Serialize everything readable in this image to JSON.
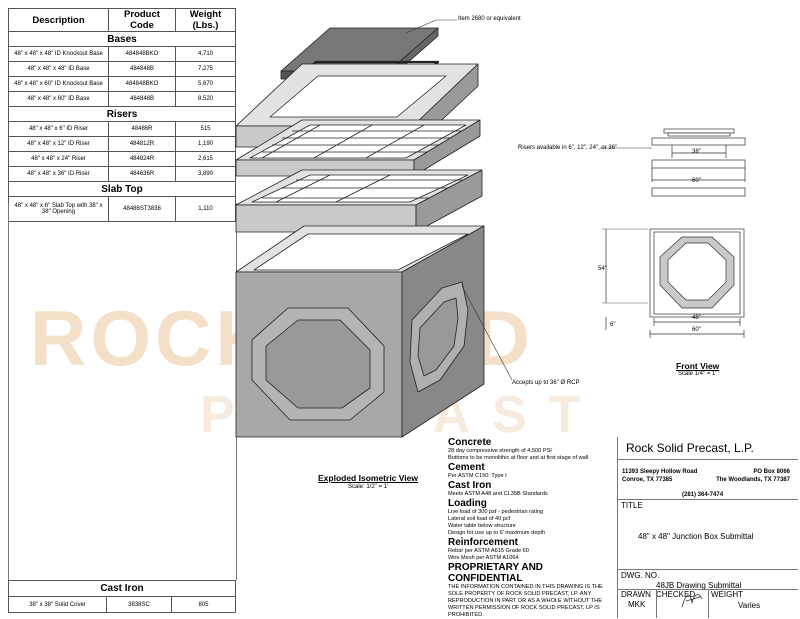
{
  "table": {
    "headers": [
      "Description",
      "Product Code",
      "Weight (Lbs.)"
    ],
    "sections": [
      {
        "title": "Bases",
        "rows": [
          [
            "48\" x 48\" x 48\" ID Knockout Base",
            "484848BKO",
            "4,710"
          ],
          [
            "48\" x 48\" x 48\" ID Base",
            "484848B",
            "7,275"
          ],
          [
            "48\" x 48\" x 60\" ID Knockout Base",
            "484848BKO",
            "5,670"
          ],
          [
            "48\" x 48\" x 60\" ID Base",
            "484848B",
            "8,520"
          ]
        ]
      },
      {
        "title": "Risers",
        "rows": [
          [
            "48\" x 48\" x 6\" ID Riser",
            "48486R",
            "515"
          ],
          [
            "48\" x 48\" x 12\" ID Riser",
            "484812R",
            "1,190"
          ],
          [
            "48\" x 48\" x 24\" Riser",
            "484824R",
            "2,615"
          ],
          [
            "48\" x 48\" x 36\" ID Riser",
            "484636R",
            "3,890"
          ]
        ]
      },
      {
        "title": "Slab Top",
        "rows": [
          [
            "48\" x 48\" x 6\" Slab Top with 38\" x 38\" Opening",
            "48486ST3838",
            "1,110"
          ]
        ]
      }
    ],
    "cast_iron": {
      "title": "Cast Iron",
      "row": [
        "38\" x 38\" Solid Cover",
        "3838SC",
        "805"
      ]
    }
  },
  "annotations": {
    "item": "Item 2680 or equivalent",
    "risers": "Risers available in 6\", 12\", 24\", or 36\"",
    "rcp": "Accepts up to 36\" Ø RCP"
  },
  "dims": {
    "d38": "38\"",
    "d60": "60\"",
    "d54": "54\"",
    "d6": "6\"",
    "d48": "48\"",
    "d60b": "60\""
  },
  "views": {
    "exploded_title": "Exploded Isometric View",
    "exploded_scale": "Scale: 1/2\" = 1'",
    "front_title": "Front View",
    "front_scale": "Scale 1/4\" = 1'"
  },
  "watermark": {
    "top": "ROCKSOLID",
    "bottom": "PRECAST",
    "color": "#f4e0c8"
  },
  "specs": [
    {
      "h": "Concrete",
      "lines": [
        "28 day compressive strength of 4,500 PSI",
        "Bottoms to be monolithic at floor and at first stage of wall"
      ]
    },
    {
      "h": "Cement",
      "lines": [
        "Per ASTM C150: Type I"
      ]
    },
    {
      "h": "Cast Iron",
      "lines": [
        "Meets ASTM A48 and CL35B Standards"
      ]
    },
    {
      "h": "Loading",
      "lines": [
        "Live load of 300 psf - pedestrian rating",
        "Lateral soil load of 40 pcf",
        "Water table below structure",
        "Design for use up to 6' maximum depth"
      ]
    },
    {
      "h": "Reinforcement",
      "lines": [
        "Rebar per ASTM A615 Grade 60",
        "Wire Mesh per ASTM A1064"
      ]
    },
    {
      "h": "PROPRIETARY AND CONFIDENTIAL",
      "lines": [
        "THE INFORMATION CONTAINED IN THIS DRAWING IS THE",
        "SOLE PROPERTY OF ROCK SOLID PRECAST, LP.  ANY",
        "REPRODUCTION IN PART OR AS A WHOLE WITHOUT THE",
        "WRITTEN PERMISSION OF ROCK SOLID PRECAST, LP IS",
        "PROHIBITED."
      ]
    }
  ],
  "titleblock": {
    "company": "Rock Solid Precast, L.P.",
    "addr1": "11393 Sleepy Hollow Road",
    "addr2": "Conroe, TX 77385",
    "po1": "PO Box 8066",
    "po2": "The Woodlands, TX 77387",
    "phone": "(281) 364-7474",
    "title_label": "TITLE",
    "title": "48\" x 48\" Junction Box Submittal",
    "dwg_label": "DWG.  NO.",
    "dwg": "48JB Drawing Submittal",
    "drawn_label": "DRAWN",
    "checked_label": "CHECKED",
    "weight_label": "WEIGHT",
    "drawn": "MKK",
    "weight": "Varies"
  }
}
